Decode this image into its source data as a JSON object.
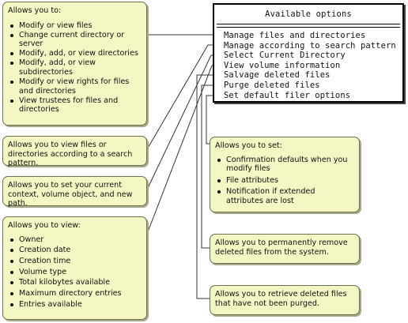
{
  "menu": {
    "title": "Available options",
    "items": [
      "Manage files and directories",
      "Manage according to search pattern",
      "Select Current Directory",
      "View volume information",
      "Salvage deleted files",
      "Purge deleted files",
      "Set default filer options"
    ]
  },
  "callouts": {
    "manage_files": {
      "heading": "Allows you to:",
      "items": [
        "Modify or view files",
        "Change current directory or server",
        "Modify, add, or view directories",
        "Modify, add, or view subdirectories",
        "Modify or view rights for files and directories",
        "View trustees for files and directories"
      ]
    },
    "search_pattern": {
      "text": "Allows you to view files or directories according to a search pattern."
    },
    "current_directory": {
      "text": "Allows you to set your current context, volume object, and new path."
    },
    "volume_info": {
      "heading": "Allows you to view:",
      "items": [
        "Owner",
        "Creation date",
        "Creation time",
        "Volume type",
        "Total kilobytes available",
        "Maximum directory entries",
        "Entries available"
      ]
    },
    "filer_options": {
      "heading": "Allows you to set:",
      "items": [
        "Confirmation defaults when you modify files",
        "File attributes",
        "Notification if extended attributes are lost"
      ]
    },
    "purge": {
      "text": "Allows you to permanently remove deleted files from the system."
    },
    "salvage": {
      "text": "Allows you to retrieve deleted files that have not been purged."
    }
  }
}
